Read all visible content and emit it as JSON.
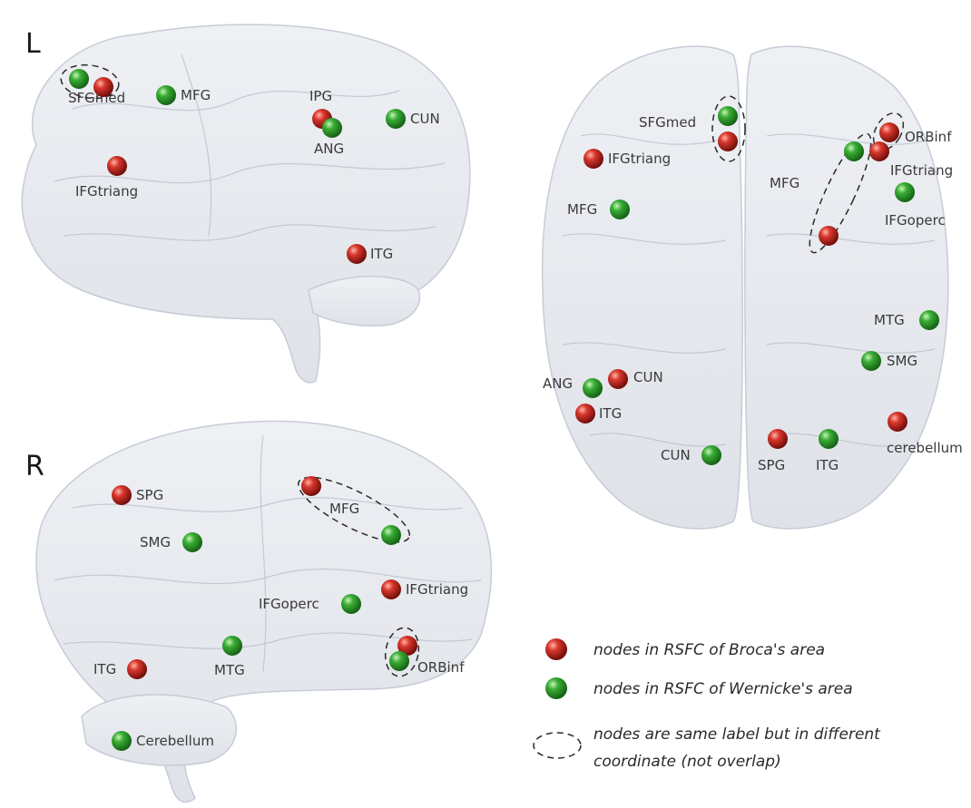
{
  "colors": {
    "broca": "#c0231d",
    "wernicke": "#2f9b2f",
    "brain_fill": "#e3e6ec",
    "text": "#3a3a3a"
  },
  "panels": {
    "left": {
      "letter": "L",
      "nodes": [
        {
          "label": "SFGmed",
          "group": "wernicke"
        },
        {
          "label": "",
          "group": "broca"
        },
        {
          "label": "MFG",
          "group": "wernicke"
        },
        {
          "label": "IPG",
          "group": "broca"
        },
        {
          "label": "ANG",
          "group": "wernicke"
        },
        {
          "label": "CUN",
          "group": "wernicke"
        },
        {
          "label": "IFGtriang",
          "group": "broca"
        },
        {
          "label": "ITG",
          "group": "broca"
        }
      ]
    },
    "right": {
      "letter": "R",
      "nodes": [
        {
          "label": "SPG",
          "group": "broca"
        },
        {
          "label": "SMG",
          "group": "wernicke"
        },
        {
          "label": "MFG",
          "group": "broca"
        },
        {
          "label": "",
          "group": "wernicke"
        },
        {
          "label": "IFGtriang",
          "group": "broca"
        },
        {
          "label": "IFGoperc",
          "group": "wernicke"
        },
        {
          "label": "",
          "group": "broca"
        },
        {
          "label": "ORBinf",
          "group": "wernicke"
        },
        {
          "label": "ITG",
          "group": "broca"
        },
        {
          "label": "MTG",
          "group": "wernicke"
        },
        {
          "label": "Cerebellum",
          "group": "wernicke"
        }
      ]
    },
    "top": {
      "nodes": [
        {
          "label": "SFGmed",
          "group": "wernicke"
        },
        {
          "label": "",
          "group": "broca"
        },
        {
          "label": "IFGtriang",
          "group": "broca"
        },
        {
          "label": "MFG",
          "group": "wernicke"
        },
        {
          "label": "ORBinf",
          "group": "broca"
        },
        {
          "label": "IFGtriang",
          "group": "broca"
        },
        {
          "label": "MFG",
          "group": "wernicke"
        },
        {
          "label": "",
          "group": "broca"
        },
        {
          "label": "IFGoperc",
          "group": "wernicke"
        },
        {
          "label": "MTG",
          "group": "wernicke"
        },
        {
          "label": "SMG",
          "group": "wernicke"
        },
        {
          "label": "ANG",
          "group": "wernicke"
        },
        {
          "label": "CUN",
          "group": "broca"
        },
        {
          "label": "ITG",
          "group": "broca"
        },
        {
          "label": "cerebellum",
          "group": "broca"
        },
        {
          "label": "CUN",
          "group": "wernicke"
        },
        {
          "label": "SPG",
          "group": "broca"
        },
        {
          "label": "ITG",
          "group": "wernicke"
        }
      ]
    }
  },
  "legend": {
    "broca": "nodes in RSFC of Broca's area",
    "wernicke": "nodes in RSFC of Wernicke's area",
    "dashed_line1": "nodes are same label but in different",
    "dashed_line2": "coordinate  (not overlap)"
  }
}
